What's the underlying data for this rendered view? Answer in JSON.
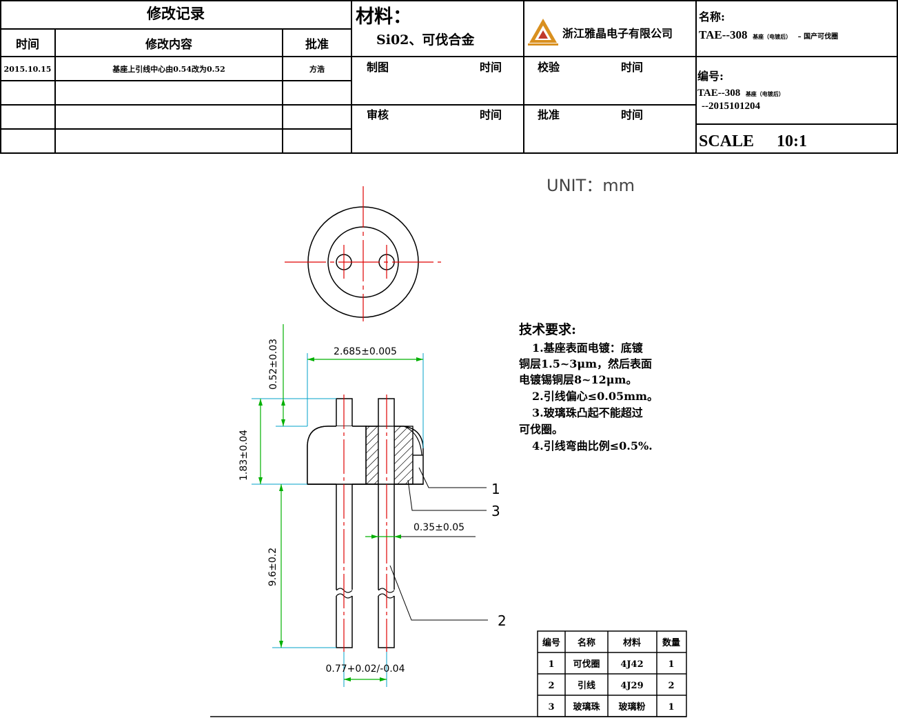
{
  "title_block": {
    "revision": {
      "title": "修改记录",
      "col_time": "时间",
      "col_content": "修改内容",
      "col_approve": "批准",
      "rows": [
        {
          "time": "2015.10.15",
          "content": "基座上引线中心由0.54改为0.52",
          "approver": "方浩"
        },
        {
          "time": "",
          "content": "",
          "approver": ""
        },
        {
          "time": "",
          "content": "",
          "approver": ""
        }
      ]
    },
    "material": {
      "label": "材料：",
      "value": "Si02、可伐合金"
    },
    "signoff": {
      "drawn": "制图",
      "checked": "校验",
      "reviewed": "审核",
      "approved": "批准",
      "time": "时间"
    },
    "company": {
      "name": "浙江雅晶电子有限公司",
      "logo_text": "",
      "logo_color": "#d9901f"
    },
    "name_box": {
      "label": "名称:",
      "value_main": "TAE--308",
      "value_small": "基座（电镀后）",
      "value_tail": "– 国产可伐圈"
    },
    "number_box": {
      "label": "编号:",
      "value_main": "TAE--308",
      "value_small": "基座（电镀后）",
      "value_line2": "--2015101204"
    },
    "scale": {
      "label": "SCALE",
      "value": "10:1"
    }
  },
  "unit_label": "UNIT：mm",
  "tech_requirements": {
    "title": "技术要求:",
    "lines": [
      "1.基座表面电镀：底镀",
      "铜层1.5~3μm，然后表面",
      "电镀锡铜层8~12μm。",
      "2.引线偏心≤0.05mm。",
      "3.玻璃珠凸起不能超过",
      "可伐圈。",
      "4.引线弯曲比例≤0.5%."
    ]
  },
  "dimensions": {
    "width_top": "2.685±0.005",
    "lead_offset": "0.52±0.03",
    "base_height": "1.83±0.04",
    "lead_length": "9.6±0.2",
    "lead_diameter": "0.35±0.05",
    "lead_spacing": "0.77+0.02/-0.04"
  },
  "callouts": [
    "1",
    "3",
    "2"
  ],
  "parts_table": {
    "headers": [
      "编号",
      "名称",
      "材料",
      "数量"
    ],
    "rows": [
      [
        "1",
        "可伐圈",
        "4J42",
        "1"
      ],
      [
        "2",
        "引线",
        "4J29",
        "2"
      ],
      [
        "3",
        "玻璃珠",
        "玻璃粉",
        "1"
      ]
    ]
  },
  "colors": {
    "centerline": "#e00000",
    "dimension": "#00b000",
    "extension": "#00a0c8"
  }
}
